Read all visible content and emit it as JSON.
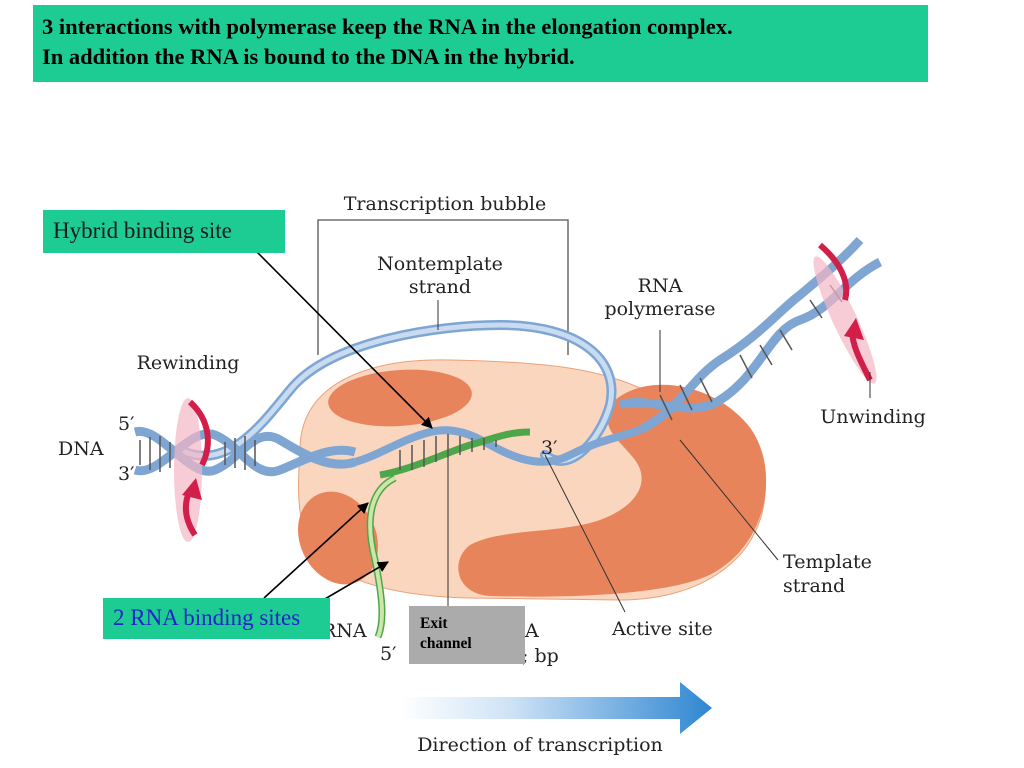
{
  "slide": {
    "title_lines": [
      "3 interactions with polymerase keep the RNA in the elongation complex.",
      "In addition the RNA is bound to the DNA in the hybrid."
    ]
  },
  "diagram": {
    "labels": {
      "transcription_bubble": "Transcription bubble",
      "nontemplate_strand": [
        "Nontemplate",
        "strand"
      ],
      "rna_polymerase": [
        "RNA",
        "polymerase"
      ],
      "rewinding": "Rewinding",
      "unwinding": "Unwinding",
      "dna": "DNA",
      "five_prime": "5′",
      "three_prime": "3′",
      "rna_three_prime": "3′",
      "template_strand": [
        "Template",
        "strand"
      ],
      "active_site": "Active site",
      "rna": "RNA",
      "rna_five_prime": "5′",
      "hybrid_partial": "A",
      "hybrid_bp_partial": "; bp",
      "direction": "Direction of transcription"
    },
    "callouts": {
      "hybrid_binding_site": "Hybrid binding site",
      "rna_binding_sites": "2 RNA binding sites",
      "exit_channel": [
        "Exit",
        "channel"
      ]
    },
    "colors": {
      "highlight_green": "#1dcc92",
      "polymerase_body": "#fbd6bf",
      "polymerase_lobe": "#e8845c",
      "dna_blue": "#a9c6e8",
      "rna_green": "#5fb35a",
      "rewind_red": "#d21f4a",
      "arrow_blue": "#2e86d1",
      "callout_text_blue": "#2323c8",
      "exit_box_gray": "#ababab"
    }
  }
}
